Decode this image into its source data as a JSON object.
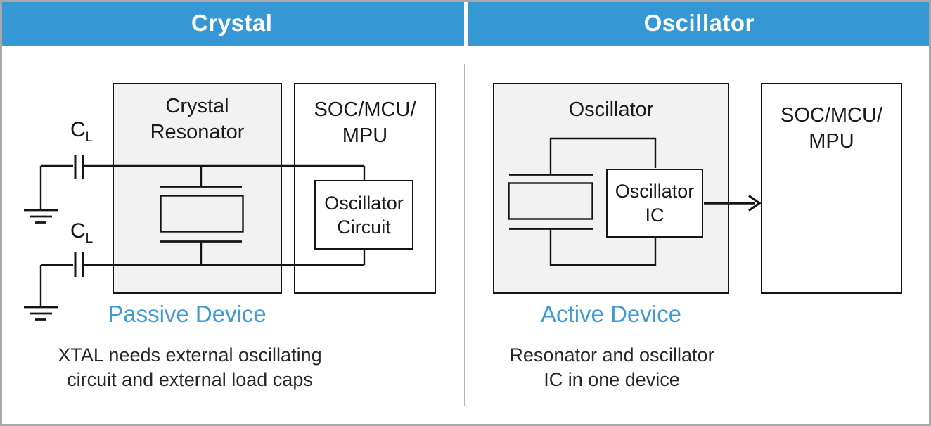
{
  "header": {
    "left_label": "Crystal",
    "right_label": "Oscillator"
  },
  "left_panel": {
    "load_cap_top": {
      "symbol": "C",
      "subscript": "L"
    },
    "load_cap_bottom": {
      "symbol": "C",
      "subscript": "L"
    },
    "resonator_box": {
      "line1": "Crystal",
      "line2": "Resonator"
    },
    "soc_box": {
      "line1": "SOC/MCU/",
      "line2": "MPU"
    },
    "oscillator_circuit_box": {
      "line1": "Oscillator",
      "line2": "Circuit"
    },
    "device_type_label": "Passive Device",
    "description": {
      "line1": "XTAL needs external oscillating",
      "line2": "circuit and external load caps"
    }
  },
  "right_panel": {
    "oscillator_box": {
      "title": "Oscillator"
    },
    "oscillator_ic_box": {
      "line1": "Oscillator",
      "line2": "IC"
    },
    "soc_box": {
      "line1": "SOC/MCU/",
      "line2": "MPU"
    },
    "device_type_label": "Active Device",
    "description": {
      "line1": "Resonator and oscillator",
      "line2": "IC in one device"
    }
  },
  "colors": {
    "header_bg": "#3598d4",
    "header_text": "#ffffff",
    "accent_text": "#3f9bd6",
    "box_fill_gray": "#f2f2f2",
    "line": "#141414",
    "body_text": "#262626",
    "frame_border": "#a8a8a8",
    "panel_divider": "#b5b5b5"
  }
}
